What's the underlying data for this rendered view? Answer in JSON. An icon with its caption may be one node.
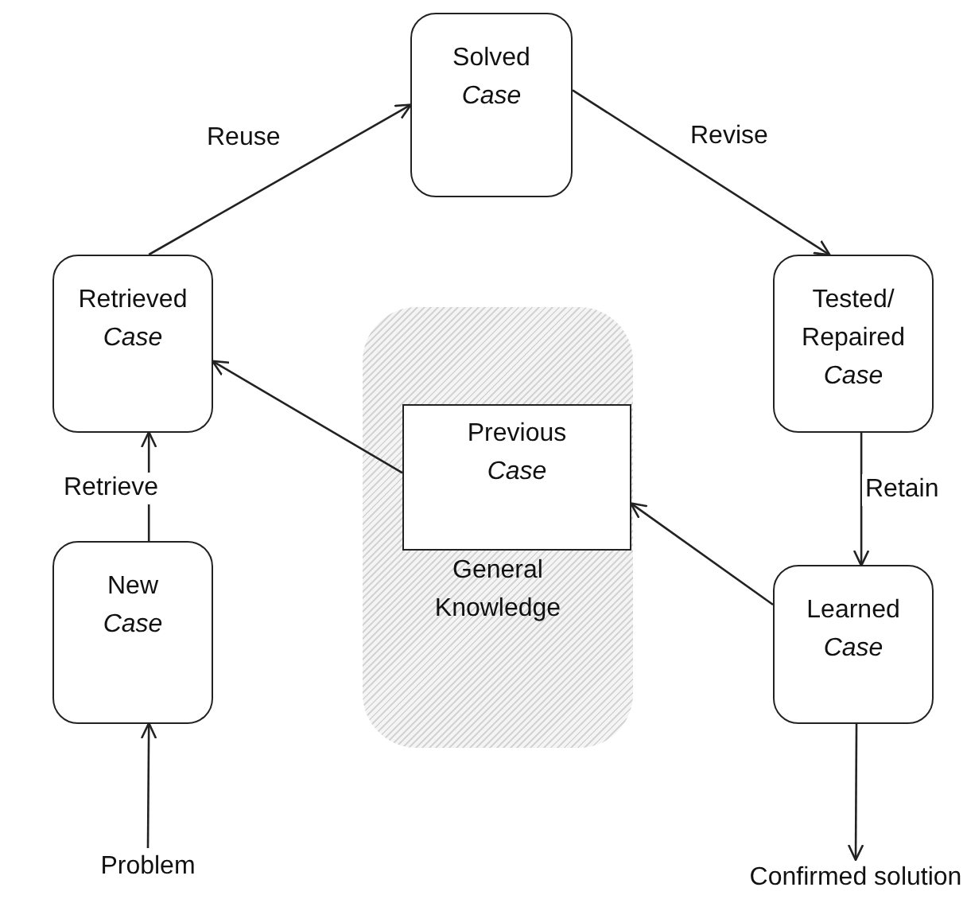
{
  "diagram": {
    "nodes": [
      {
        "text": [
          "Solved *Case*"
        ]
      },
      {
        "text": [
          "Retrieved *Case*"
        ]
      },
      {
        "text": [
          "Tested/ Repaired *Case*"
        ]
      },
      {
        "text": [
          "General Knowledge"
        ]
      },
      {
        "text": [
          "Previous *Case*"
        ],
        "in": 3
      },
      {
        "text": [
          "New *Case*"
        ]
      },
      {
        "text": [
          "Learned *Case*"
        ]
      },
      {
        "text": [
          "Problem"
        ]
      },
      {
        "text": [
          "Confirmed solution"
        ]
      }
    ],
    "edges": [
      {
        "from": 7,
        "to": 5,
        "arrow": "to"
      },
      {
        "from": 5,
        "to": 1,
        "arrow": "to",
        "label": "Retrieve"
      },
      {
        "from": 1,
        "to": 0,
        "arrow": "to",
        "label": "Reuse"
      },
      {
        "from": 0,
        "to": 2,
        "arrow": "to",
        "label": "Revise"
      },
      {
        "from": 2,
        "to": 6,
        "arrow": "to",
        "label": "Retain"
      },
      {
        "from": 6,
        "to": 4,
        "arrow": "to"
      },
      {
        "from": 4,
        "to": 1,
        "arrow": "to"
      },
      {
        "from": 6,
        "to": 8,
        "arrow": "to"
      }
    ]
  }
}
